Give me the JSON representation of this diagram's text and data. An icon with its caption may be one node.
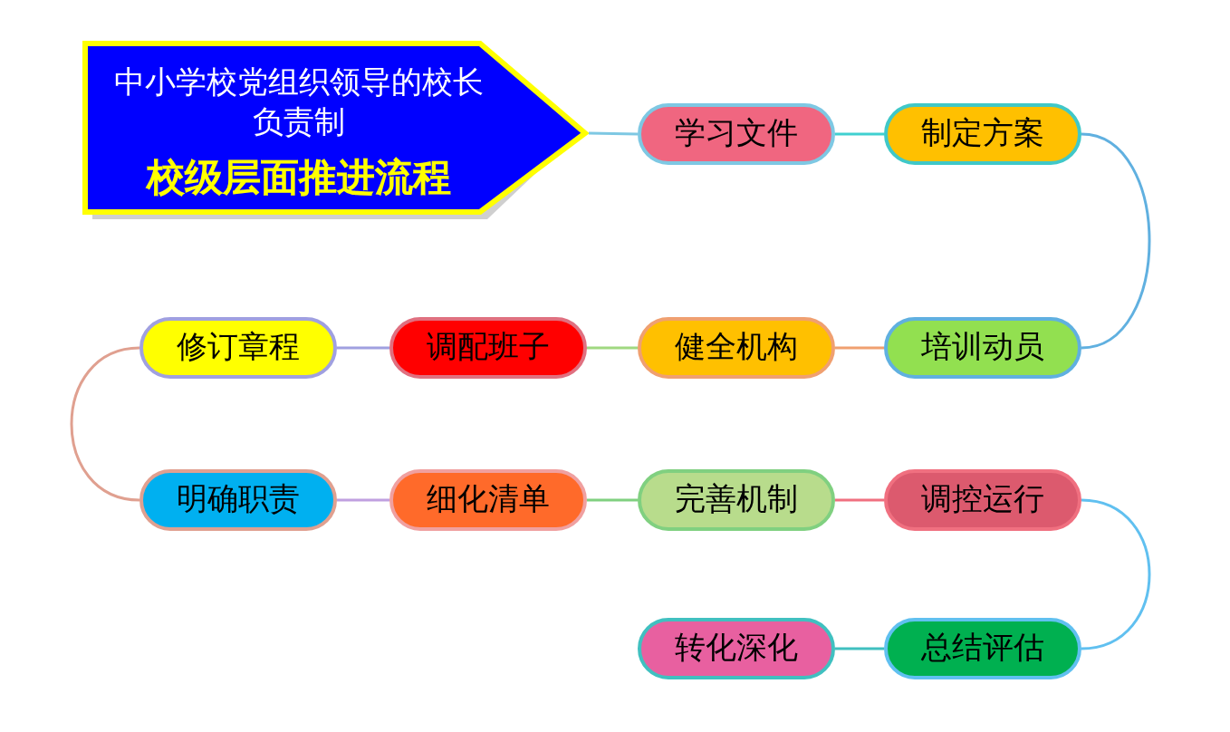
{
  "diagram": {
    "nodes": [
      {
        "text": [
          "中小学校党组织领导的校长负责制",
          "校级层面推进流程"
        ]
      },
      {
        "text": [
          "学习文件"
        ]
      },
      {
        "text": [
          "制定方案"
        ]
      },
      {
        "text": [
          "培训动员"
        ]
      },
      {
        "text": [
          "健全机构"
        ]
      },
      {
        "text": [
          "调配班子"
        ]
      },
      {
        "text": [
          "修订章程"
        ]
      },
      {
        "text": [
          "明确职责"
        ]
      },
      {
        "text": [
          "细化清单"
        ]
      },
      {
        "text": [
          "完善机制"
        ]
      },
      {
        "text": [
          "调控运行"
        ]
      },
      {
        "text": [
          "总结评估"
        ]
      },
      {
        "text": [
          "转化深化"
        ]
      }
    ],
    "edges": [
      {
        "from": 0,
        "to": 1,
        "arrow": "none",
        "color": "#7ec8e3"
      },
      {
        "from": 1,
        "to": 2,
        "arrow": "none",
        "color": "#40d0d0"
      },
      {
        "from": 2,
        "to": 3,
        "arrow": "none",
        "color": "#60b0e0"
      },
      {
        "from": 3,
        "to": 4,
        "arrow": "none",
        "color": "#f0a070"
      },
      {
        "from": 4,
        "to": 5,
        "arrow": "none",
        "color": "#a0d880"
      },
      {
        "from": 5,
        "to": 6,
        "arrow": "none",
        "color": "#a0a0e0"
      },
      {
        "from": 6,
        "to": 7,
        "arrow": "none",
        "color": "#e0a090"
      },
      {
        "from": 7,
        "to": 8,
        "arrow": "none",
        "color": "#c0a0e0"
      },
      {
        "from": 8,
        "to": 9,
        "arrow": "none",
        "color": "#80d080"
      },
      {
        "from": 9,
        "to": 10,
        "arrow": "none",
        "color": "#f07080"
      },
      {
        "from": 10,
        "to": 11,
        "arrow": "none",
        "color": "#60c0f0"
      },
      {
        "from": 11,
        "to": 12,
        "arrow": "none",
        "color": "#40c0c0"
      }
    ]
  }
}
